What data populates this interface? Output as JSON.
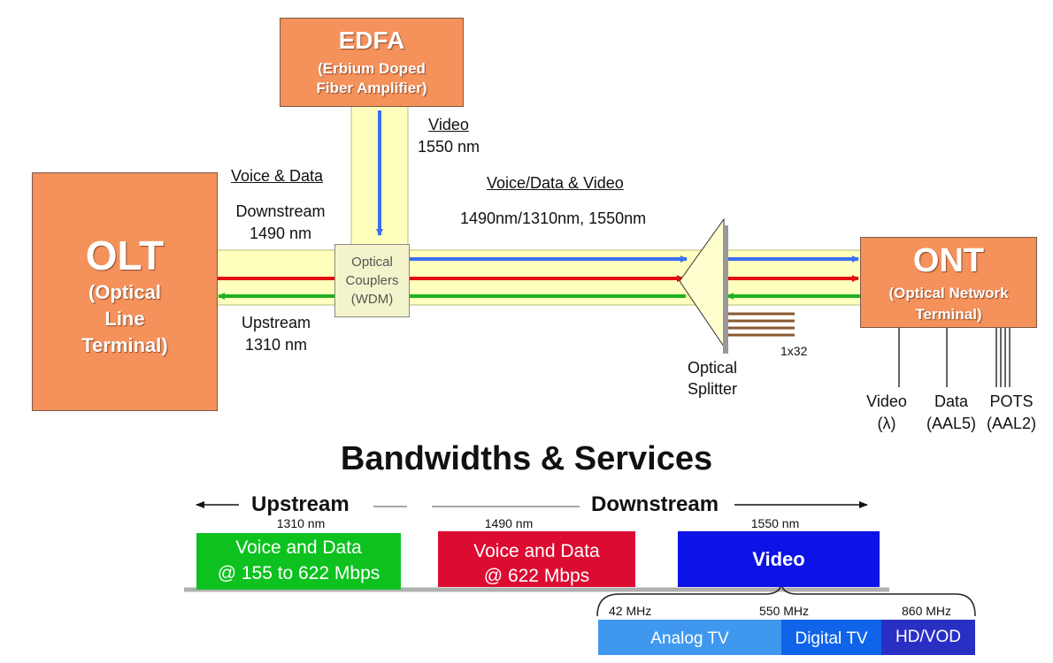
{
  "devices": {
    "olt": {
      "abbr": "OLT",
      "full": [
        "(Optical",
        "Line",
        "Terminal)"
      ]
    },
    "edfa": {
      "abbr": "EDFA",
      "full": [
        "(Erbium Doped",
        "Fiber Amplifier)"
      ]
    },
    "ont": {
      "abbr": "ONT",
      "full": [
        "(Optical Network",
        "Terminal)"
      ]
    },
    "coupler": {
      "lines": [
        "Optical",
        "Couplers",
        "(WDM)"
      ]
    },
    "splitter": {
      "lines": [
        "Optical",
        "Splitter"
      ],
      "ratio": "1x32"
    }
  },
  "labels": {
    "video_heading": "Video",
    "video_wavelength": "1550 nm",
    "voice_data_heading": "Voice & Data",
    "downstream": "Downstream",
    "downstream_wavelength": "1490 nm",
    "upstream": "Upstream",
    "upstream_wavelength": "1310 nm",
    "combined_heading": "Voice/Data & Video",
    "combined_wavelengths": "1490nm/1310nm, 1550nm"
  },
  "ont_outputs": [
    {
      "name": "Video",
      "detail": "(λ)"
    },
    {
      "name": "Data",
      "detail": "(AAL5)"
    },
    {
      "name": "POTS",
      "detail": "(AAL2)"
    }
  ],
  "bandwidths": {
    "title": "Bandwidths & Services",
    "upstream_label": "Upstream",
    "downstream_label": "Downstream",
    "channels": [
      {
        "wavelength": "1310 nm",
        "lines": [
          "Voice and Data",
          "@ 155 to 622 Mbps"
        ],
        "color": "#0dc21f"
      },
      {
        "wavelength": "1490 nm",
        "lines": [
          "Voice and Data",
          "@ 622 Mbps"
        ],
        "color": "#dc0b32"
      },
      {
        "wavelength": "1550 nm",
        "lines": [
          "Video"
        ],
        "color": "#0d13e6"
      }
    ],
    "video_spectrum": {
      "freqs": [
        "42 MHz",
        "550 MHz",
        "860 MHz"
      ],
      "bands": [
        {
          "label": "Analog TV",
          "color": "#3f98ee"
        },
        {
          "label": "Digital TV",
          "color": "#0f64ea"
        },
        {
          "label": "HD/VOD",
          "color": "#2a2fc4"
        }
      ]
    }
  },
  "colors": {
    "device": "#f5915a",
    "fiber": "#ffffbe",
    "video_signal": "#3b6ff0",
    "downstream_signal": "#e01010",
    "upstream_signal": "#20b020"
  }
}
